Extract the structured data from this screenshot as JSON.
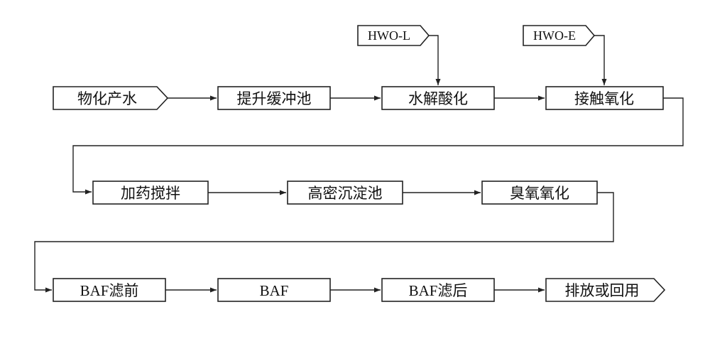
{
  "inputs": {
    "hwo_l": "HWO-L",
    "hwo_e": "HWO-E"
  },
  "row1": {
    "source": "物化产水",
    "lift_tank": "提升缓冲池",
    "hydrolysis": "水解酸化",
    "contact_ox": "接触氧化"
  },
  "row2": {
    "dosing": "加药搅拌",
    "sedimentation": "高密沉淀池",
    "ozone": "臭氧氧化"
  },
  "row3": {
    "baf_pre": "BAF滤前",
    "baf": "BAF",
    "baf_post": "BAF滤后",
    "discharge": "排放或回用"
  }
}
